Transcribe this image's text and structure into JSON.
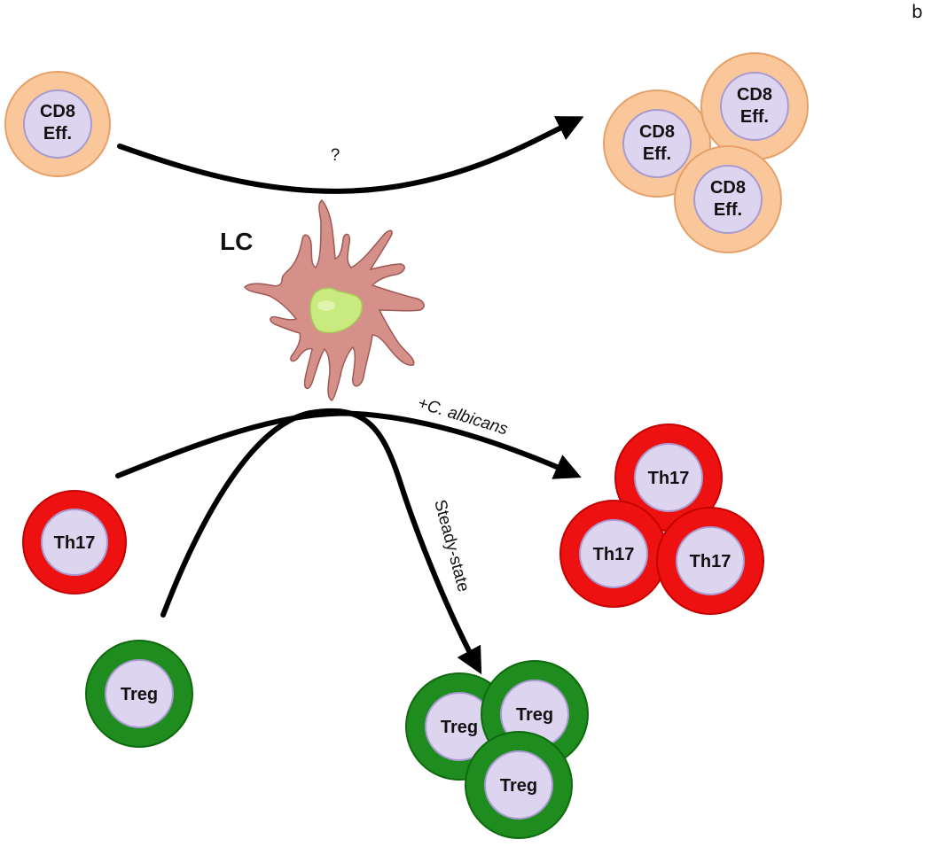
{
  "panel_letter": "b",
  "center_cell": {
    "name": "LC"
  },
  "colors": {
    "cd8_ring": "#f9c79a",
    "cd8_ring_stroke": "#e6a06a",
    "th17_ring": "#ee1111",
    "th17_ring_stroke": "#c40000",
    "treg_ring": "#1e8c1e",
    "treg_ring_stroke": "#0f6a0f",
    "core": "#ddd4f0",
    "core_stroke": "#a89ad0",
    "lc_body": "#d6908a",
    "lc_stroke": "#9e5a56",
    "lc_nucleus": "#c9ea7e"
  },
  "cells": {
    "cd8_source": {
      "line1": "CD8",
      "line2": "Eff."
    },
    "cd8_out_1": {
      "line1": "CD8",
      "line2": "Eff."
    },
    "cd8_out_2": {
      "line1": "CD8",
      "line2": "Eff."
    },
    "cd8_out_3": {
      "line1": "CD8",
      "line2": "Eff."
    },
    "th17_source": {
      "label": "Th17"
    },
    "th17_out_1": {
      "label": "Th17"
    },
    "th17_out_2": {
      "label": "Th17"
    },
    "th17_out_3": {
      "label": "Th17"
    },
    "treg_source": {
      "label": "Treg"
    },
    "treg_out_1": {
      "label": "Treg"
    },
    "treg_out_2": {
      "label": "Treg"
    },
    "treg_out_3": {
      "label": "Treg"
    }
  },
  "arrows": {
    "cd8": {
      "label": "?"
    },
    "candida": {
      "label": "+C. albicans"
    },
    "steady": {
      "label": "Steady-state"
    }
  }
}
